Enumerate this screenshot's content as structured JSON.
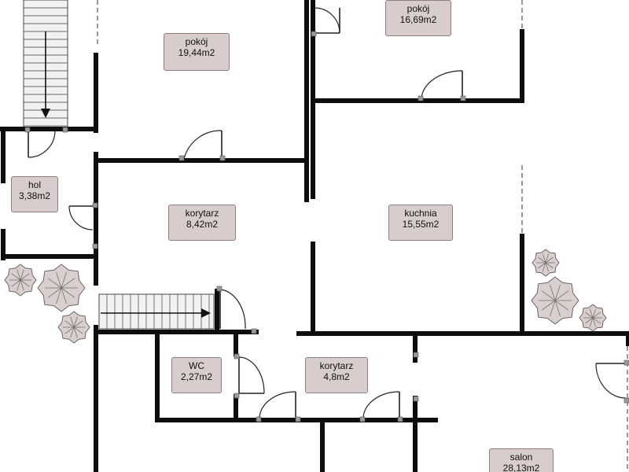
{
  "rooms": [
    {
      "id": "pokoj-1",
      "name": "pokój",
      "area": "19,44m2"
    },
    {
      "id": "pokoj-2",
      "name": "pokój",
      "area": "16,69m2"
    },
    {
      "id": "hol",
      "name": "hol",
      "area": "3,38m2"
    },
    {
      "id": "korytarz-1",
      "name": "korytarz",
      "area": "8,42m2"
    },
    {
      "id": "kuchnia",
      "name": "kuchnia",
      "area": "15,55m2"
    },
    {
      "id": "wc",
      "name": "WC",
      "area": "2,27m2"
    },
    {
      "id": "korytarz-2",
      "name": "korytarz",
      "area": "4,8m2"
    },
    {
      "id": "salon",
      "name": "salon",
      "area": "28,13m2"
    }
  ]
}
